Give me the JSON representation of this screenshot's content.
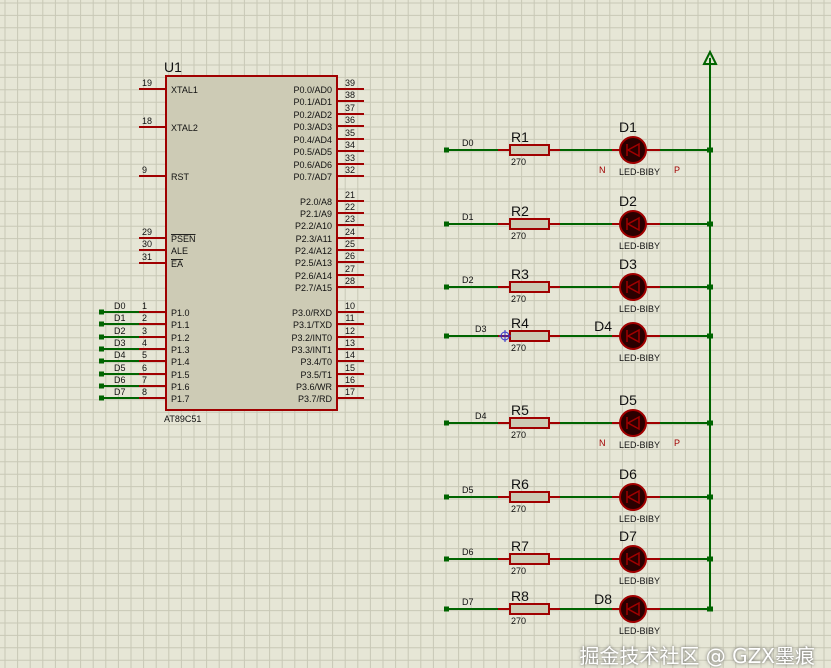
{
  "chip": {
    "ref": "U1",
    "part": "AT89C51",
    "left_pins": [
      {
        "num": "19",
        "name": "XTAL1",
        "bar": false
      },
      {
        "num": "18",
        "name": "XTAL2",
        "bar": false
      },
      {
        "num": "9",
        "name": "RST",
        "bar": false
      },
      {
        "num": "29",
        "name": "PSEN",
        "bar": true
      },
      {
        "num": "30",
        "name": "ALE",
        "bar": false
      },
      {
        "num": "31",
        "name": "EA",
        "bar": true
      },
      {
        "num": "1",
        "name": "P1.0",
        "net": "D0"
      },
      {
        "num": "2",
        "name": "P1.1",
        "net": "D1"
      },
      {
        "num": "3",
        "name": "P1.2",
        "net": "D2"
      },
      {
        "num": "4",
        "name": "P1.3",
        "net": "D3"
      },
      {
        "num": "5",
        "name": "P1.4",
        "net": "D4"
      },
      {
        "num": "6",
        "name": "P1.5",
        "net": "D5"
      },
      {
        "num": "7",
        "name": "P1.6",
        "net": "D6"
      },
      {
        "num": "8",
        "name": "P1.7",
        "net": "D7"
      }
    ],
    "right_pins": [
      {
        "num": "39",
        "name": "P0.0/AD0"
      },
      {
        "num": "38",
        "name": "P0.1/AD1"
      },
      {
        "num": "37",
        "name": "P0.2/AD2"
      },
      {
        "num": "36",
        "name": "P0.3/AD3"
      },
      {
        "num": "35",
        "name": "P0.4/AD4"
      },
      {
        "num": "34",
        "name": "P0.5/AD5"
      },
      {
        "num": "33",
        "name": "P0.6/AD6"
      },
      {
        "num": "32",
        "name": "P0.7/AD7"
      },
      {
        "num": "21",
        "name": "P2.0/A8"
      },
      {
        "num": "22",
        "name": "P2.1/A9"
      },
      {
        "num": "23",
        "name": "P2.2/A10"
      },
      {
        "num": "24",
        "name": "P2.3/A11"
      },
      {
        "num": "25",
        "name": "P2.4/A12"
      },
      {
        "num": "26",
        "name": "P2.5/A13"
      },
      {
        "num": "27",
        "name": "P2.6/A14"
      },
      {
        "num": "28",
        "name": "P2.7/A15"
      },
      {
        "num": "10",
        "name": "P3.0/RXD"
      },
      {
        "num": "11",
        "name": "P3.1/TXD"
      },
      {
        "num": "12",
        "name": "P3.2/INT0"
      },
      {
        "num": "13",
        "name": "P3.3/INT1"
      },
      {
        "num": "14",
        "name": "P3.4/T0"
      },
      {
        "num": "15",
        "name": "P3.5/T1"
      },
      {
        "num": "16",
        "name": "P3.6/WR"
      },
      {
        "num": "17",
        "name": "P3.7/RD"
      }
    ]
  },
  "led_rows": [
    {
      "net": "D0",
      "res": "R1",
      "value": "270",
      "led": "D1",
      "part": "LED-BIBY",
      "pol": [
        "N",
        "P"
      ]
    },
    {
      "net": "D1",
      "res": "R2",
      "value": "270",
      "led": "D2",
      "part": "LED-BIBY"
    },
    {
      "net": "D2",
      "res": "R3",
      "value": "270",
      "led": "D3",
      "part": "LED-BIBY"
    },
    {
      "net": "D3",
      "res": "R4",
      "value": "270",
      "led": "D4",
      "part": "LED-BIBY"
    },
    {
      "net": "D4",
      "res": "R5",
      "value": "270",
      "led": "D5",
      "part": "LED-BIBY",
      "pol": [
        "N",
        "P"
      ]
    },
    {
      "net": "D5",
      "res": "R6",
      "value": "270",
      "led": "D6",
      "part": "LED-BIBY"
    },
    {
      "net": "D6",
      "res": "R7",
      "value": "270",
      "led": "D7",
      "part": "LED-BIBY"
    },
    {
      "net": "D7",
      "res": "R8",
      "value": "270",
      "led": "D8",
      "part": "LED-BIBY"
    }
  ],
  "colors": {
    "wire": "#006400",
    "pin": "#a00000",
    "body": "#cdcbb5",
    "led": "#2a0000",
    "grid": "#c8c8b6",
    "bg": "#e6e6d6"
  },
  "watermark": "掘金技术社区 @ GZX墨痕"
}
